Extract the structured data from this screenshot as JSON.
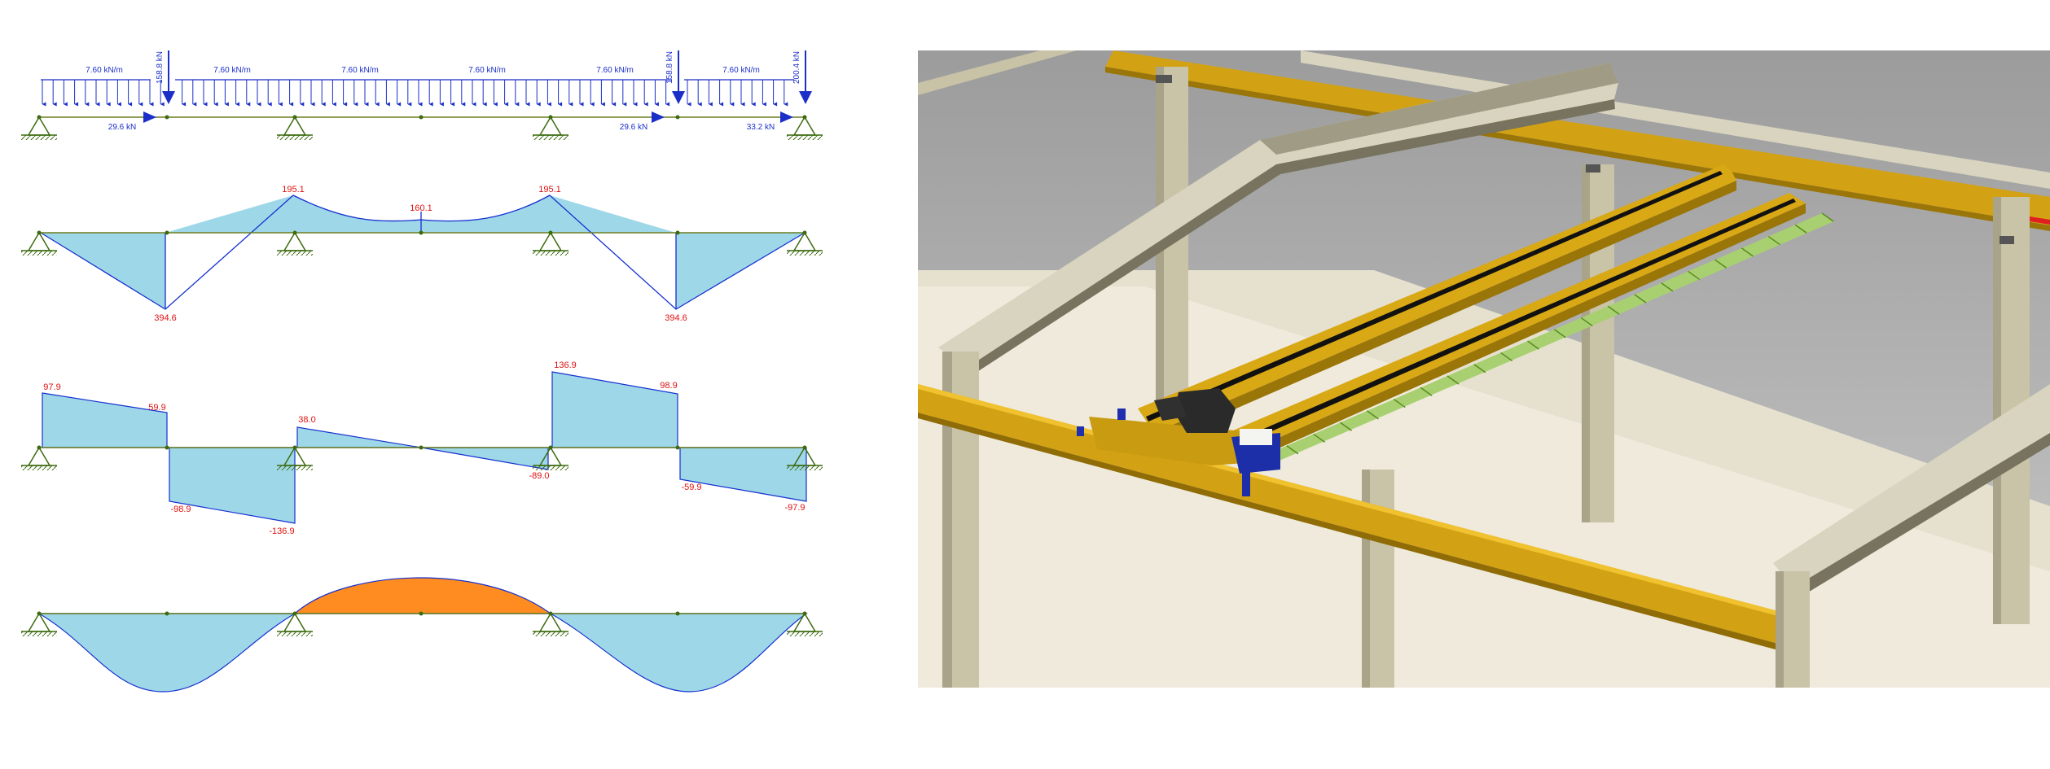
{
  "load_diagram": {
    "distributed_loads": [
      "7.60 kN/m",
      "7.60 kN/m",
      "7.60 kN/m",
      "7.60 kN/m",
      "7.60 kN/m",
      "7.60 kN/m"
    ],
    "point_loads": [
      "158.8 kN",
      "158.8 kN",
      "200.4 kN"
    ],
    "horizontal_loads": [
      "29.6 kN",
      "29.6 kN",
      "33.2 kN"
    ]
  },
  "moment_diagram": {
    "labels": [
      "195.1",
      "160.1",
      "195.1",
      "394.6",
      "394.6"
    ]
  },
  "shear_diagram": {
    "labels": [
      "97.9",
      "59.9",
      "38.0",
      "136.9",
      "98.9",
      "-98.9",
      "-136.9",
      "-89.0",
      "-59.9",
      "-97.9"
    ]
  },
  "deflection_diagram": {
    "colors": {
      "negative": "#9ed8e8",
      "positive": "#ff8c20"
    }
  },
  "colors": {
    "fill": "#9ed8e8",
    "outline": "#1530d0",
    "beam": "#6b7d1e",
    "label_red": "#e01010",
    "load_blue": "#1a2fc8",
    "crane_yellow": "#d7a415",
    "concrete": "#c9c3a8",
    "floor": "#efeadb",
    "wall": "#b8b8b8"
  }
}
